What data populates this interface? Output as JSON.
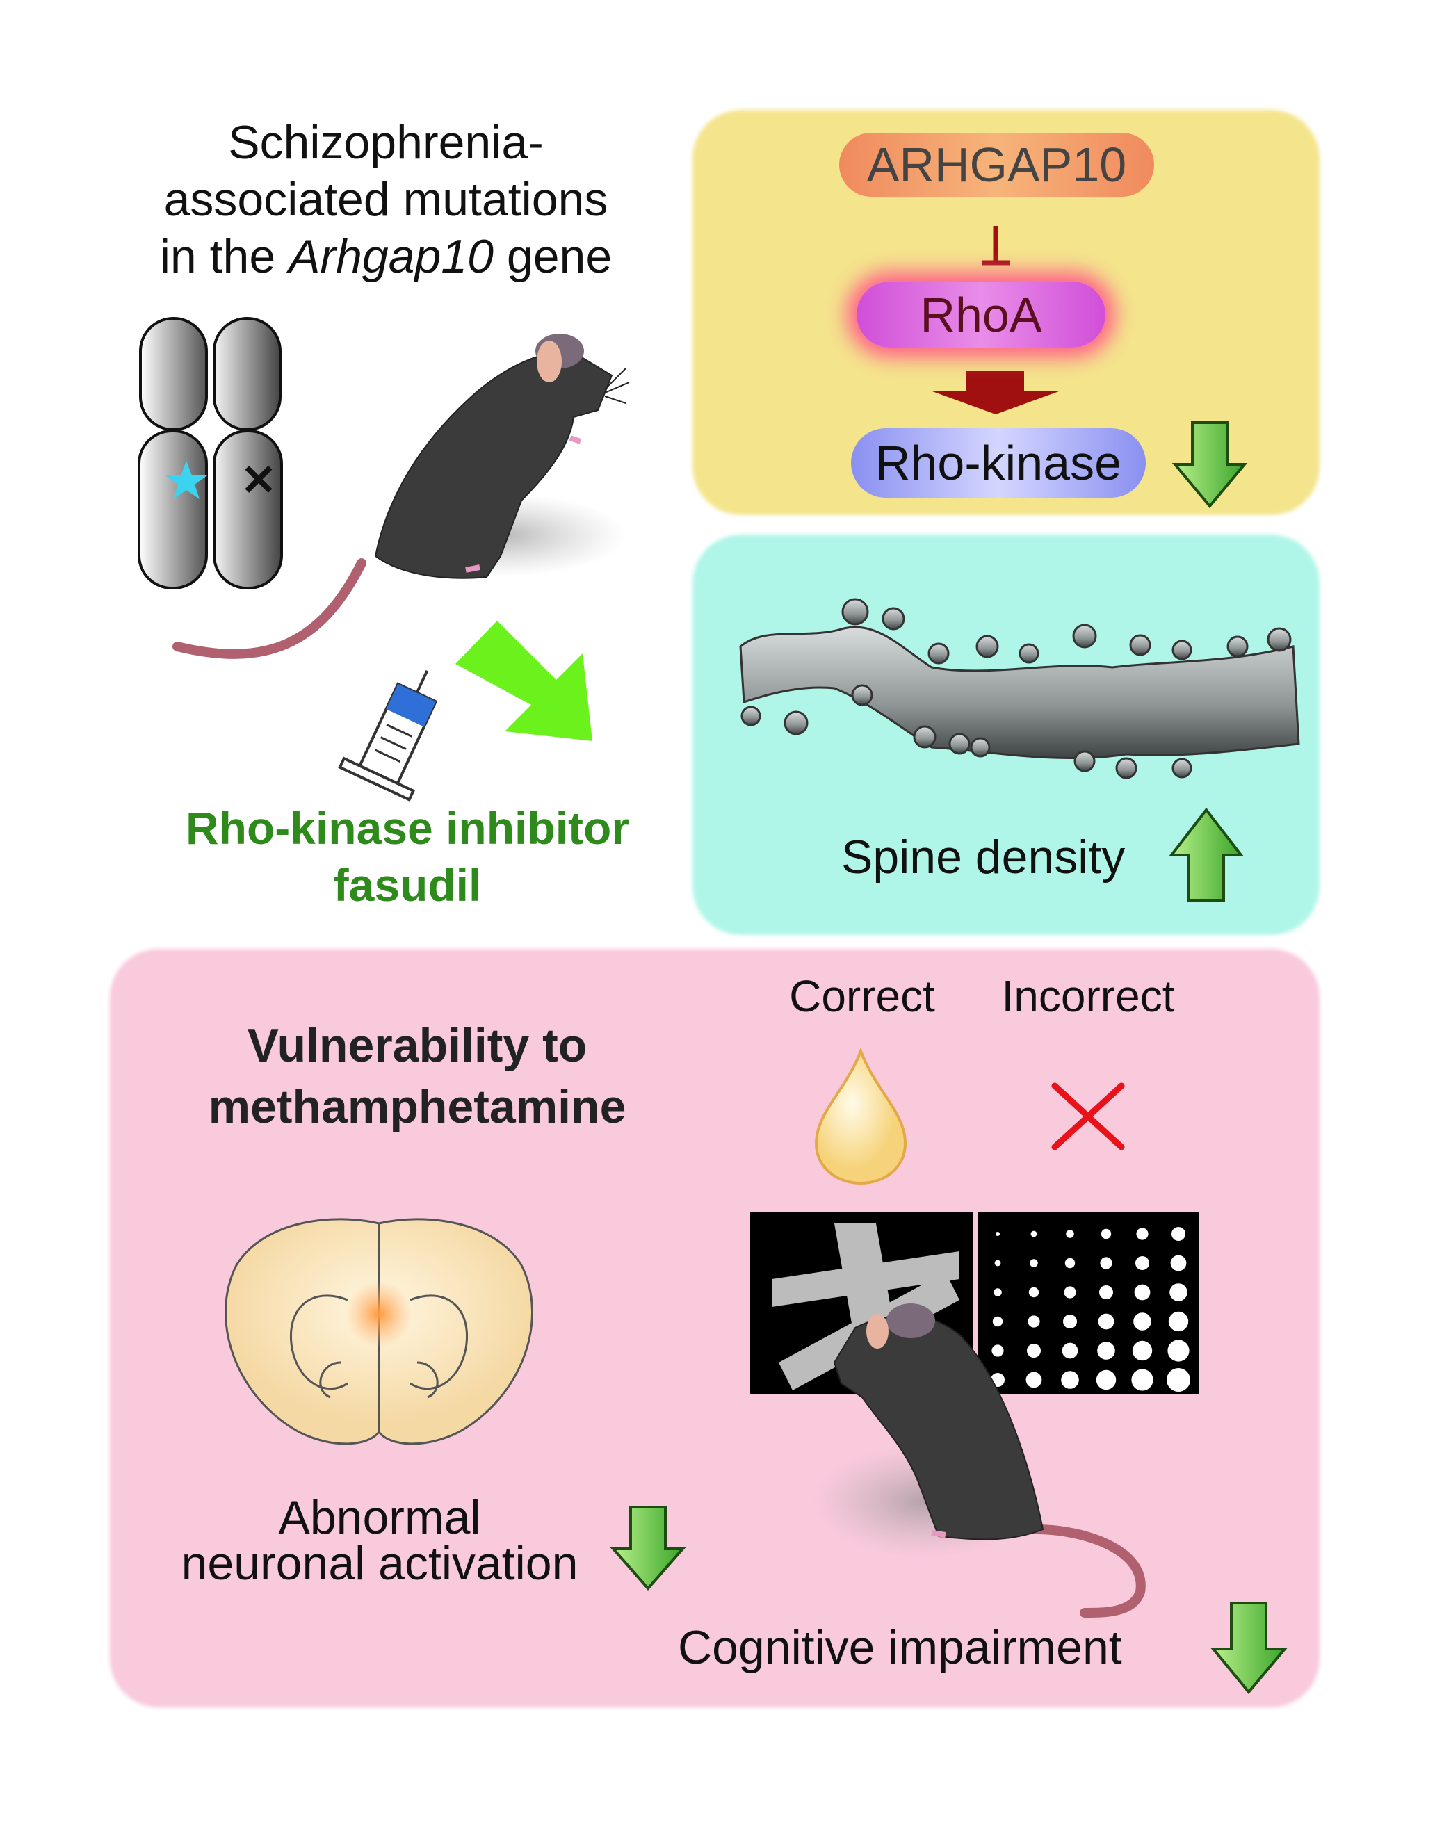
{
  "title": {
    "line1": "Schizophrenia-",
    "line2": "associated mutations",
    "line3_pre": "in the ",
    "line3_gene": "Arhgap10",
    "line3_post": " gene"
  },
  "pathway": {
    "upstream": "ARHGAP10",
    "middle": "RhoA",
    "downstream": "Rho-kinase",
    "downstream_effect": "down-arrow-icon"
  },
  "spine": {
    "label": "Spine density",
    "effect": "up-arrow-icon"
  },
  "treatment": {
    "line1": "Rho-kinase inhibitor",
    "line2": "fasudil"
  },
  "vulnerability": {
    "line1": "Vulnerability to",
    "line2": "methamphetamine"
  },
  "task": {
    "correct_label": "Correct",
    "incorrect_label": "Incorrect"
  },
  "outcomes": {
    "neuronal_line1": "Abnormal",
    "neuronal_line2": "neuronal activation",
    "cognitive": "Cognitive impairment"
  },
  "colors": {
    "yellow_panel": "#f4e58c",
    "teal_panel": "#b0f6e8",
    "pink_panel": "#f9c9dc",
    "green_text": "#2f8a1c",
    "arrow_green": "#6fcf3c",
    "inhibit_red": "#a01010"
  }
}
